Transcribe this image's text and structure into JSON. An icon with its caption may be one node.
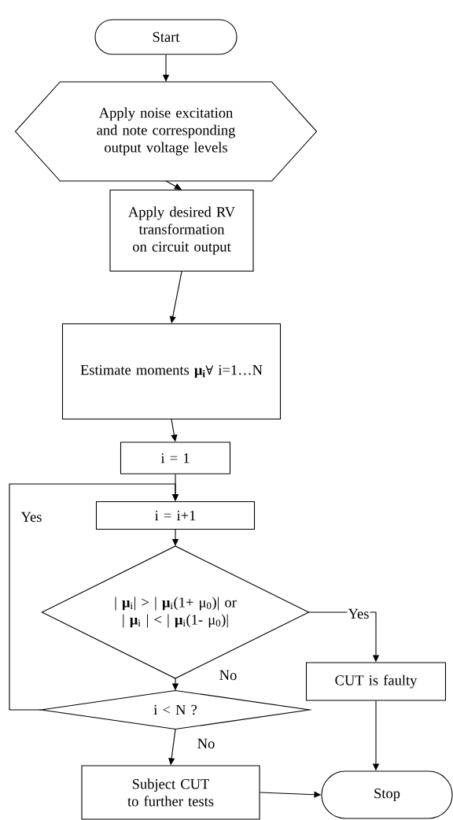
{
  "diagram": {
    "nodes": [
      {
        "text": [
          "Start"
        ]
      },
      {
        "text": [
          "Apply noise excitation and note corresponding output voltage levels"
        ]
      },
      {
        "text": [
          "Apply desired RV transformation on circuit output"
        ]
      },
      {
        "text": [
          "Estimate moments **μ$_{i}$**∀ i=1…N"
        ]
      },
      {
        "text": [
          "i = 1"
        ]
      },
      {
        "text": [
          "i = i+1"
        ]
      },
      {
        "text": [
          "| **μ**$_{i}$| > | **μ**$_{i}$(1+ μ$_{0}$)| or | **μ**$_{i}$ | < | **μ**$_{i}$(1- μ$_{0}$)|"
        ]
      },
      {
        "text": [
          "i < N ?"
        ]
      },
      {
        "text": [
          "CUT is faulty"
        ]
      },
      {
        "text": [
          "Subject CUT to further tests"
        ]
      },
      {
        "text": [
          "Stop"
        ]
      }
    ],
    "edges": [
      {
        "from": 0,
        "to": 1,
        "arrow": "to"
      },
      {
        "from": 1,
        "to": 2,
        "arrow": "to"
      },
      {
        "from": 2,
        "to": 3,
        "arrow": "to"
      },
      {
        "from": 3,
        "to": 4,
        "arrow": "to"
      },
      {
        "from": 4,
        "to": 5,
        "arrow": "to"
      },
      {
        "from": 5,
        "to": 6,
        "arrow": "to"
      },
      {
        "from": 6,
        "to": 8,
        "arrow": "to",
        "label": "Yes"
      },
      {
        "from": 6,
        "to": 7,
        "arrow": "to",
        "label": "No"
      },
      {
        "from": 7,
        "to": 5,
        "arrow": "to",
        "label": "Yes"
      },
      {
        "from": 7,
        "to": 9,
        "arrow": "to",
        "label": "No"
      },
      {
        "from": 8,
        "to": 10,
        "arrow": "to"
      },
      {
        "from": 9,
        "to": 10,
        "arrow": "to"
      }
    ]
  }
}
